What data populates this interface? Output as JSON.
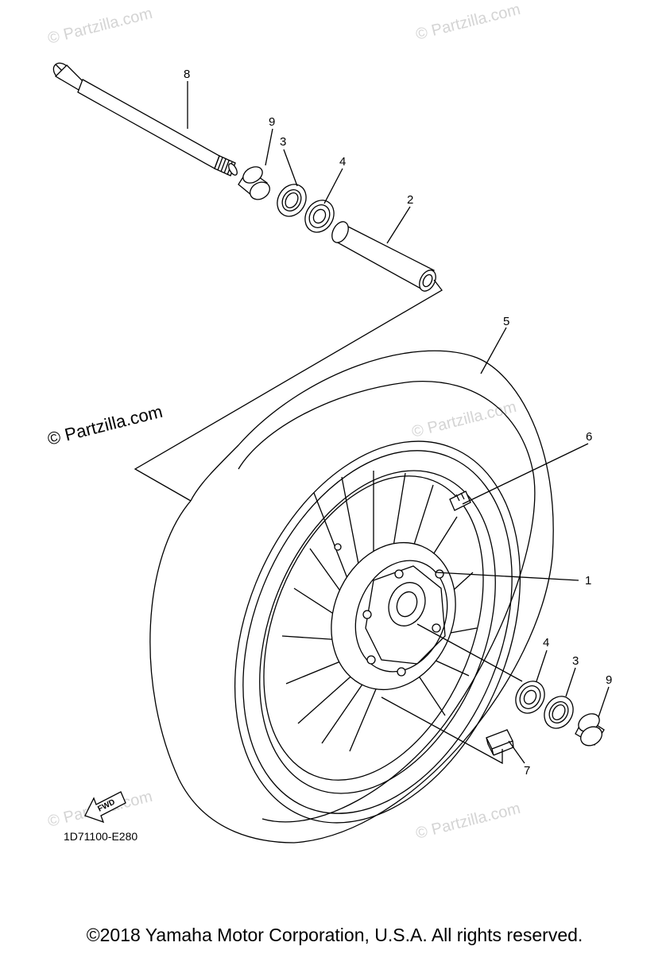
{
  "watermarks": {
    "light": "© Partzilla.com",
    "dark": "© Partzilla.com"
  },
  "callouts": {
    "c1": "1",
    "c2": "2",
    "c3a": "3",
    "c3b": "3",
    "c4a": "4",
    "c4b": "4",
    "c5": "5",
    "c6": "6",
    "c7": "7",
    "c8": "8",
    "c9a": "9",
    "c9b": "9"
  },
  "fwd_label": "FWD",
  "diagram_code": "1D71100-E280",
  "copyright": "©2018 Yamaha Motor Corporation, U.S.A. All rights reserved."
}
